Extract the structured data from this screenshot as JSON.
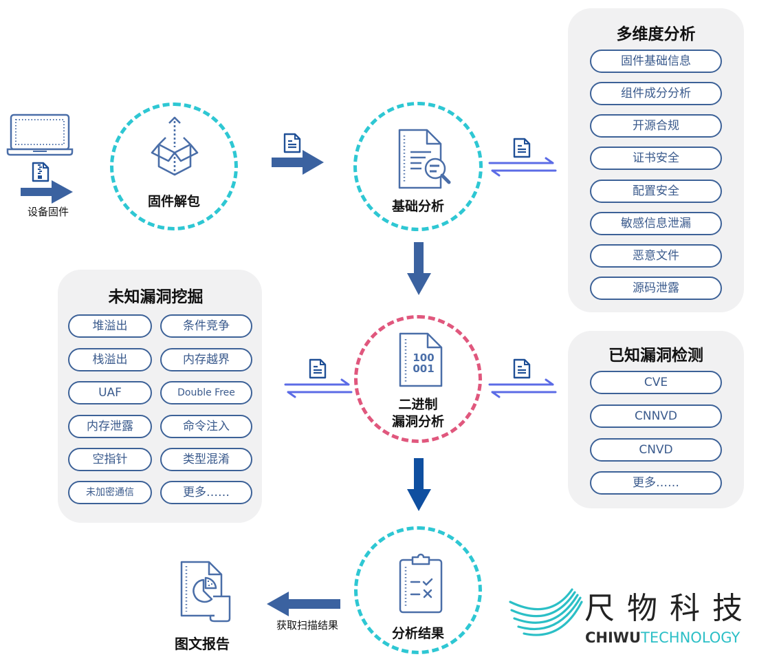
{
  "colors": {
    "flow_arrow": "#3b62a0",
    "flow_arrow_dark": "#0f4fa0",
    "exchange_arrow": "#5b6be6",
    "node_ring": "#2ec7d3",
    "binary_ring": "#e0577d",
    "icon_stroke": "#4a6ea8",
    "pill_border": "#3c6197",
    "panel_bg": "#f1f1f2",
    "logo_teal": "#2bbfc6"
  },
  "source": {
    "label": "设备固件",
    "icons": [
      "laptop-icon",
      "zip-file-icon"
    ]
  },
  "nodes": {
    "unpack": {
      "label": "固件解包",
      "icon": "open-box-icon"
    },
    "basic": {
      "label": "基础分析",
      "icon": "document-search-icon"
    },
    "binary": {
      "line1": "二进制",
      "line2": "漏洞分析",
      "icon": "binary-file-icon",
      "bits1": "100",
      "bits2": "001"
    },
    "result": {
      "label": "分析结果",
      "icon": "clipboard-checklist-icon"
    }
  },
  "report": {
    "label": "图文报告",
    "icon": "chart-report-icon"
  },
  "fetch_arrow_label": "获取扫描结果",
  "panels": {
    "multi": {
      "title": "多维度分析",
      "items": [
        "固件基础信息",
        "组件成分分析",
        "开源合规",
        "证书安全",
        "配置安全",
        "敏感信息泄漏",
        "恶意文件",
        "源码泄露"
      ]
    },
    "unknown": {
      "title": "未知漏洞挖掘",
      "items": [
        "堆溢出",
        "条件竞争",
        "栈溢出",
        "内存越界",
        "UAF",
        "Double Free",
        "内存泄露",
        "命令注入",
        "空指针",
        "类型混淆",
        "未加密通信",
        "更多……"
      ]
    },
    "known": {
      "title": "已知漏洞检测",
      "items": [
        "CVE",
        "CNNVD",
        "CNVD",
        "更多……"
      ]
    }
  },
  "logo": {
    "cn": "尺物科技",
    "en_bold": "CHIWU",
    "en_light": "TECHNOLOGY"
  }
}
